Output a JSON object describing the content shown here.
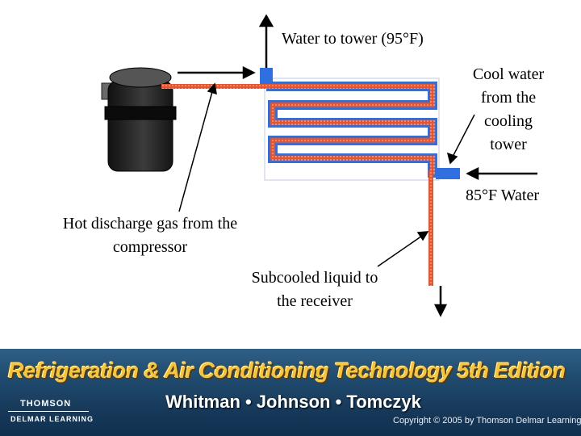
{
  "labels": {
    "water_to_tower": "Water to tower (95°F)",
    "cool_water_from_tower": [
      "Cool water",
      "from the",
      "cooling",
      "tower"
    ],
    "water_85f": "85°F Water",
    "hot_discharge_gas": [
      "Hot discharge gas from the",
      "compressor"
    ],
    "subcooled_liquid": [
      "Subcooled liquid to",
      "the receiver"
    ]
  },
  "banner": {
    "title": "Refrigeration & Air Conditioning Technology 5th Edition",
    "authors": "Whitman • Johnson • Tomczyk",
    "copyright": "Copyright © 2005 by Thomson Delmar Learning",
    "logo_line1": "THOMSON",
    "logo_line2": "DELMAR LEARNING"
  },
  "colors": {
    "water_pipe": "#2f6fe0",
    "refrigerant_pipe": "#e8542c",
    "compressor": "#2a2a2a",
    "banner_title": "#f4c53a"
  }
}
